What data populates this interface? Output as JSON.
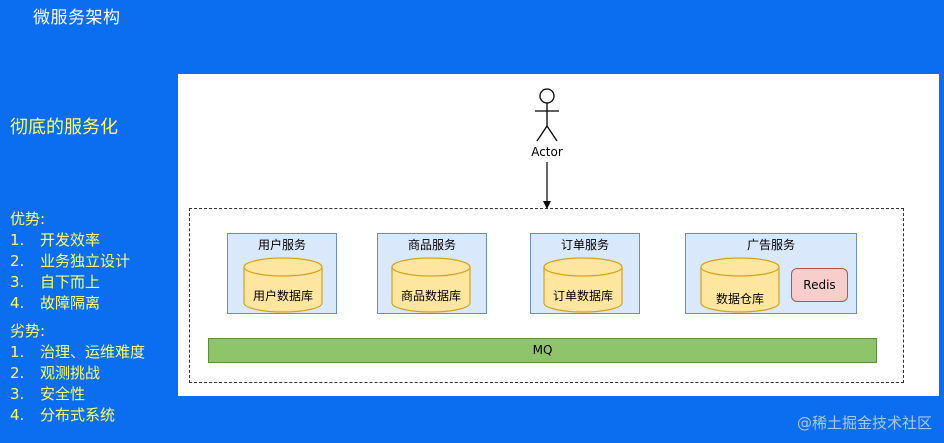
{
  "slide": {
    "title": "微服务架构",
    "subtitle": "彻底的服务化"
  },
  "advantages": {
    "heading": "优势:",
    "items": [
      {
        "num": "1.",
        "text": "开发效率"
      },
      {
        "num": "2.",
        "text": "业务独立设计"
      },
      {
        "num": "3.",
        "text": "自下而上"
      },
      {
        "num": "4.",
        "text": "故障隔离"
      }
    ]
  },
  "disadvantages": {
    "heading": "劣势:",
    "items": [
      {
        "num": "1.",
        "text": "治理、运维难度"
      },
      {
        "num": "2.",
        "text": "观测挑战"
      },
      {
        "num": "3.",
        "text": "安全性"
      },
      {
        "num": "4.",
        "text": "分布式系统"
      }
    ]
  },
  "diagram": {
    "actor": "Actor",
    "services": [
      {
        "title": "用户服务",
        "db": "用户数据库"
      },
      {
        "title": "商品服务",
        "db": "商品数据库"
      },
      {
        "title": "订单服务",
        "db": "订单数据库"
      },
      {
        "title": "广告服务",
        "db": "数据仓库"
      }
    ],
    "redis": "Redis",
    "mq": "MQ"
  },
  "watermark": "@稀土掘金技术社区",
  "colors": {
    "background": "#0b6ef0",
    "highlight_text": "#ffff66",
    "service_fill": "#dae8fc",
    "db_fill": "#ffe6a0",
    "redis_fill": "#f8cecc",
    "mq_fill": "#8fc56a"
  }
}
